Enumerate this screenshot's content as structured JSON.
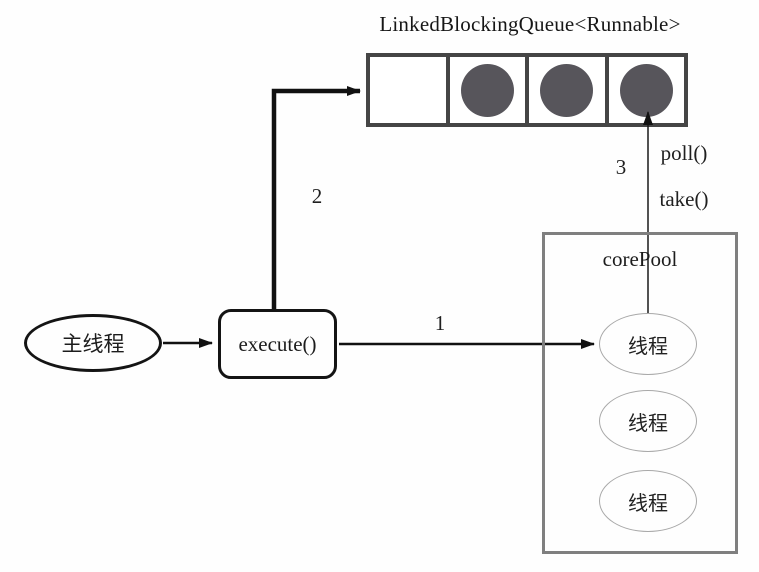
{
  "diagram": {
    "title": "LinkedBlockingQueue<Runnable>",
    "main_thread": {
      "label": "主线程"
    },
    "execute": {
      "label": "execute()"
    },
    "queue": {
      "cells": [
        {
          "filled": false
        },
        {
          "filled": true
        },
        {
          "filled": true
        },
        {
          "filled": true
        }
      ]
    },
    "core_pool": {
      "label": "corePool",
      "threads": [
        {
          "label": "线程"
        },
        {
          "label": "线程"
        },
        {
          "label": "线程"
        }
      ]
    },
    "steps": {
      "step1": "1",
      "step2": "2",
      "step3": "3",
      "poll": "poll()",
      "take": "take()"
    },
    "colors": {
      "task_circle": "#57555b",
      "queue_border": "#454545",
      "pool_border": "#7f7f7f",
      "thread_ellipse_border": "#a8a8a8",
      "ink": "#1c1c1c"
    }
  }
}
